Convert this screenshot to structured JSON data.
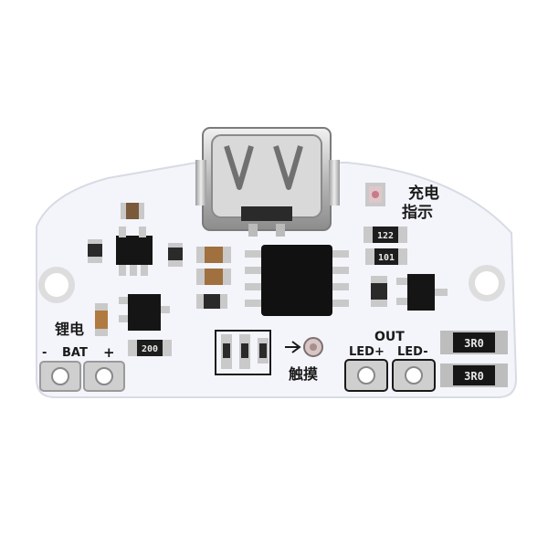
{
  "board": {
    "pcb_color": "#f3f5fb",
    "silk_color": "#1a1a1a",
    "pad_color": "#c9c9c9"
  },
  "labels": {
    "charge_indicator_line1": "充电",
    "charge_indicator_line2": "指示",
    "battery_cn": "锂电",
    "bat": "BAT",
    "bat_minus": "-",
    "bat_plus": "+",
    "out": "OUT",
    "led_plus": "LED+",
    "led_minus": "LED-",
    "touch": "触摸"
  },
  "component_marks": {
    "r_top_right": "122",
    "r_mid_right": "101",
    "r_bottom_left": "200",
    "res_out_1": "3R0",
    "res_out_2": "3R0"
  }
}
